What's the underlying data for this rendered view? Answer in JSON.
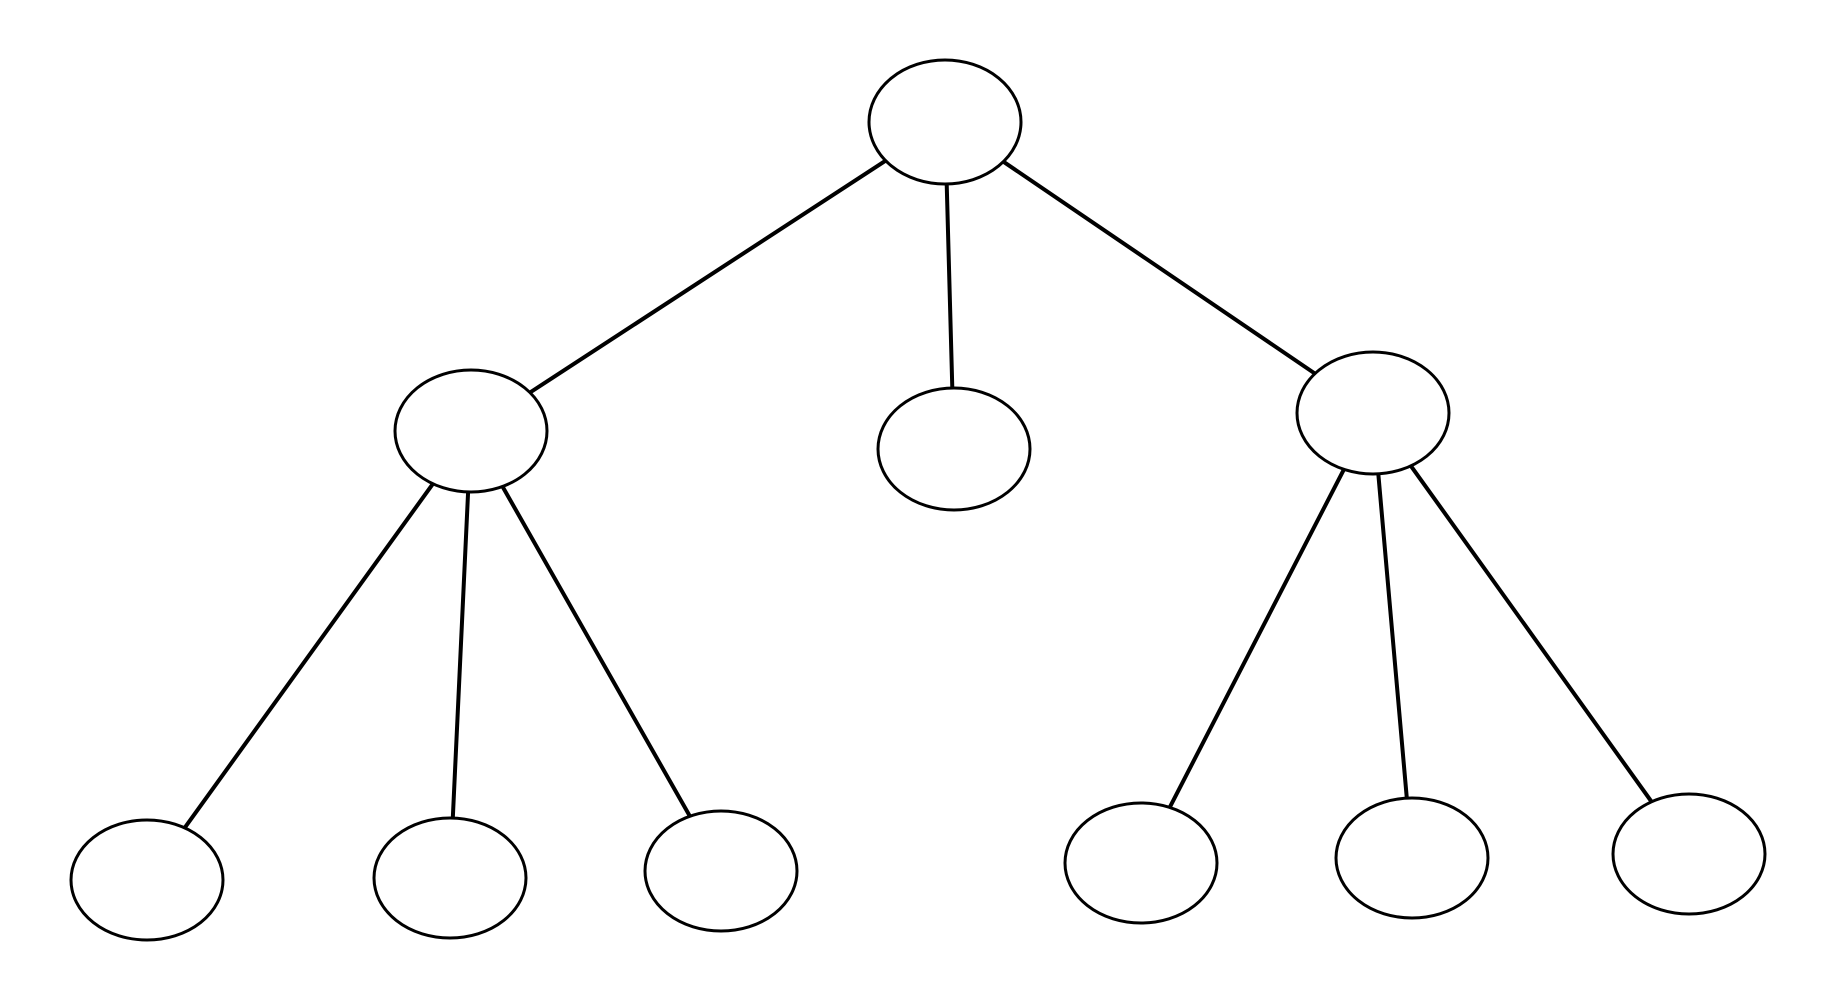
{
  "diagram": {
    "type": "tree",
    "root": "root",
    "nodes": [
      {
        "id": "root",
        "label": ""
      },
      {
        "id": "left",
        "label": ""
      },
      {
        "id": "middle",
        "label": ""
      },
      {
        "id": "right",
        "label": ""
      },
      {
        "id": "left-child-1",
        "label": ""
      },
      {
        "id": "left-child-2",
        "label": ""
      },
      {
        "id": "left-child-3",
        "label": ""
      },
      {
        "id": "right-child-1",
        "label": ""
      },
      {
        "id": "right-child-2",
        "label": ""
      },
      {
        "id": "right-child-3",
        "label": ""
      }
    ],
    "edges": [
      {
        "from": "root",
        "to": "left"
      },
      {
        "from": "root",
        "to": "middle"
      },
      {
        "from": "root",
        "to": "right"
      },
      {
        "from": "left",
        "to": "left-child-1"
      },
      {
        "from": "left",
        "to": "left-child-2"
      },
      {
        "from": "left",
        "to": "left-child-3"
      },
      {
        "from": "right",
        "to": "right-child-1"
      },
      {
        "from": "right",
        "to": "right-child-2"
      },
      {
        "from": "right",
        "to": "right-child-3"
      }
    ],
    "colors": {
      "stroke": "#000000",
      "fill": "#ffffff",
      "background": "#ffffff"
    }
  }
}
